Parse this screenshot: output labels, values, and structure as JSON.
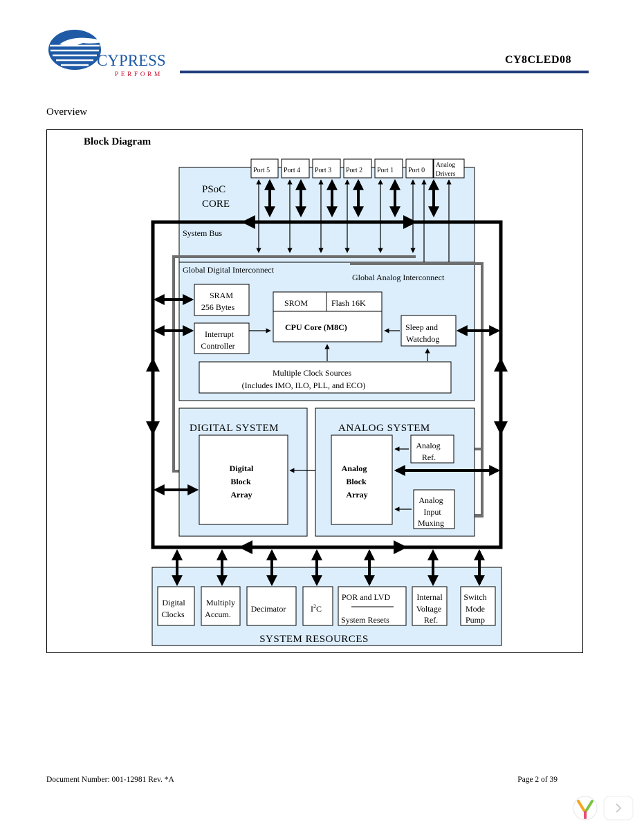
{
  "header": {
    "logo_text": "CYPRESS",
    "logo_tagline": "PERFORM",
    "part_number": "CY8CLED08"
  },
  "section_title": "Overview",
  "diagram": {
    "title": "Block Diagram",
    "ports": [
      "Port 5",
      "Port 4",
      "Port 3",
      "Port 2",
      "Port 1",
      "Port 0"
    ],
    "analog_drivers": [
      "Analog",
      "Drivers"
    ],
    "psoc_core": [
      "PSoC",
      "CORE"
    ],
    "system_bus": "System Bus",
    "global_digital": "Global Digital Interconnect",
    "global_analog": "Global Analog Interconnect",
    "sram": [
      "SRAM",
      "256 Bytes"
    ],
    "interrupt": [
      "Interrupt",
      "Controller"
    ],
    "srom": "SROM",
    "flash": "Flash 16K",
    "cpu_core": "CPU Core (M8C)",
    "sleep": [
      "Sleep and",
      "Watchdog"
    ],
    "clock_sources": [
      "Multiple Clock Sources",
      "(Includes IMO, ILO, PLL, and ECO)"
    ],
    "digital_system": "DIGITAL SYSTEM",
    "analog_system": "ANALOG SYSTEM",
    "digital_block": [
      "Digital",
      "Block",
      "Array"
    ],
    "analog_block": [
      "Analog",
      "Block",
      "Array"
    ],
    "analog_ref": [
      "Analog",
      "Ref."
    ],
    "analog_input": [
      "Analog",
      "Input",
      "Muxing"
    ],
    "resources": {
      "digital_clocks": [
        "Digital",
        "Clocks"
      ],
      "multiply": [
        "Multiply",
        "Accum."
      ],
      "decimator": "Decimator",
      "i2c": "I",
      "i2c_sup": "2",
      "i2c_tail": "C",
      "por_lvd": "POR and LVD",
      "system_resets": "System Resets",
      "internal_voltage": [
        "Internal",
        "Voltage",
        "Ref."
      ],
      "switch_mode": [
        "Switch",
        "Mode",
        "Pump"
      ]
    },
    "system_resources": "SYSTEM RESOURCES"
  },
  "footer": {
    "document_number": "Document Number: 001-12981  Rev. *A",
    "page": "Page 2 of 39"
  },
  "colors": {
    "block_fill": "#dceefc",
    "header_rule": "#1f3b7a",
    "analog_bus": "#6e6e6e",
    "logo_blue": "#1f5aa6",
    "logo_red": "#c8102e"
  }
}
